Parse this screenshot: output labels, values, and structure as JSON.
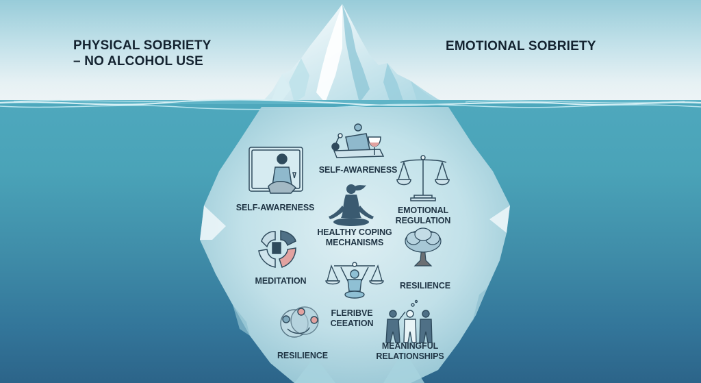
{
  "headings": {
    "left_line1": "PHYSICAL SOBRIETY",
    "left_line2": "– NO ALCOHOL USE",
    "right": "EMOTIONAL SOBRIETY"
  },
  "items": [
    {
      "id": "self-awareness-mirror",
      "icon": "woman-mirror-wine-icon",
      "lines": [
        "SELF-AWARENESS"
      ]
    },
    {
      "id": "self-awareness-wine",
      "icon": "person-reclining-wine-icon",
      "lines": [
        "SELF-AWARENESS"
      ]
    },
    {
      "id": "emotional-regulation",
      "icon": "balance-scale-icon",
      "lines": [
        "EMOTIONAL",
        "REGULATION"
      ]
    },
    {
      "id": "healthy-coping",
      "icon": "meditating-silhouette-icon",
      "lines": [
        "HEALTHY COPING",
        "MECHANISMS"
      ]
    },
    {
      "id": "meditation",
      "icon": "circular-cycle-icon",
      "lines": [
        "MEDITATION"
      ]
    },
    {
      "id": "resilience-tree",
      "icon": "tree-icon",
      "lines": [
        "RESILIENCE"
      ]
    },
    {
      "id": "flexible-creation",
      "icon": "person-holding-scales-icon",
      "lines": [
        "FLERIBVE",
        "CEEATION"
      ]
    },
    {
      "id": "resilience-knot",
      "icon": "interlinked-people-icon",
      "lines": [
        "RESILIENCE"
      ]
    },
    {
      "id": "meaningful-relationships",
      "icon": "group-of-people-icon",
      "lines": [
        "MEANINGFUL",
        "RELATIONSHIPS"
      ]
    }
  ],
  "colors": {
    "sky_top": "#98ccd9",
    "sky_bottom": "#eef4f6",
    "sea_top": "#4ea8bd",
    "sea_bottom": "#2c6489",
    "ice_light": "#e8f4f7",
    "ice_mid": "#b9dde6",
    "text_dark": "#142330",
    "icon_dark": "#2e4a5c",
    "icon_fill": "#8fb9cc",
    "accent_pink": "#e2a2a0"
  }
}
